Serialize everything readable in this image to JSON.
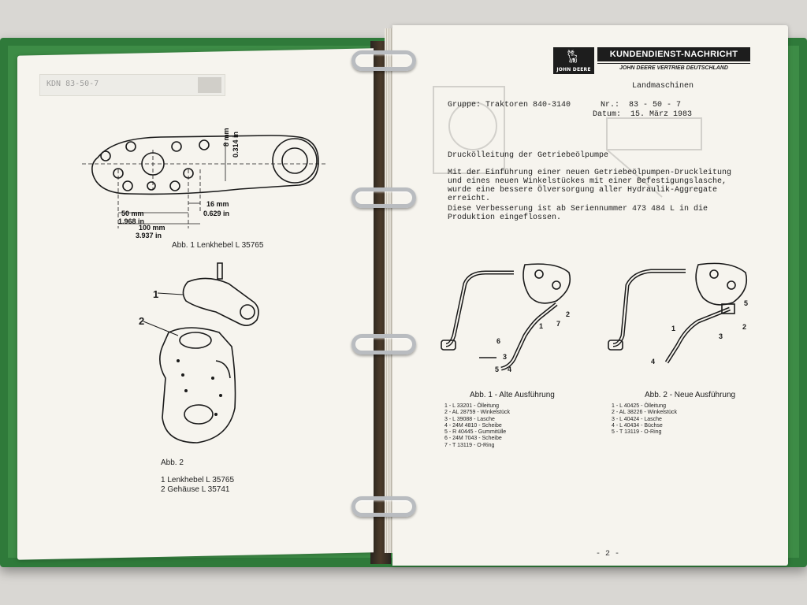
{
  "left_page": {
    "header_code": "KDN 83-50-7",
    "dimensions": {
      "d1": "8 mm",
      "d1_in": "0.314 in",
      "d2": "16 mm",
      "d2_in": "0.629 in",
      "d3": "50 mm",
      "d3_in": "1.968 in",
      "d4": "100 mm",
      "d4_in": "3.937 in"
    },
    "fig1_caption": "Abb. 1 Lenkhebel L 35765",
    "fig2_label": "Abb. 2",
    "callout_1": "1",
    "callout_2": "2",
    "legend": [
      "1 Lenkhebel L 35765",
      "2 Gehäuse   L 35741"
    ]
  },
  "right_page": {
    "banner": {
      "brand": "JOHN DEERE",
      "title": "KUNDENDIENST-NACHRICHT",
      "subtitle": "JOHN DEERE VERTRIEB DEUTSCHLAND"
    },
    "category": "Landmaschinen",
    "group": "Gruppe: Traktoren 840-3140",
    "number": "Nr.:  83 - 50 - 7",
    "date": "Datum:  15. März 1983",
    "heading": "Druckölleitung der Getriebeölpumpe",
    "paragraph1": "Mit der Einführung einer neuen Getriebeölpumpen-Druckleitung\nund eines neuen Winkelstückes mit einer Befestigungslasche,\nwurde eine bessere Ölversorgung aller Hydraulik-Aggregate\nerreicht.",
    "paragraph2": "Diese Verbesserung ist ab Seriennummer 473 484 L in die\nProduktion eingeflossen.",
    "fig1_caption": "Abb. 1 - Alte Ausführung",
    "fig2_caption": "Abb. 2 - Neue Ausführung",
    "fig1_parts": [
      "1 - L      33201 - Ölleitung",
      "2 - AL   28759 - Winkelstück",
      "3 - L      39088 - Lasche",
      "4 - 24M 4810 - Scheibe",
      "5 - R      40445 - Gummitülle",
      "6 - 24M 7043 - Scheibe",
      "7 - T      13119 - O-Ring"
    ],
    "fig2_parts": [
      "1 - L      40425 - Ölleitung",
      "2 - AL   38226 - Winkelstück",
      "3 - L      40424 - Lasche",
      "4 - L      40434 - Büchse",
      "5 - T      13119 - O-Ring"
    ],
    "fig1_callouts": [
      "1",
      "2",
      "3",
      "4",
      "5",
      "6",
      "7"
    ],
    "fig2_callouts": [
      "1",
      "2",
      "3",
      "4",
      "5"
    ],
    "page_number": "- 2 -"
  },
  "colors": {
    "binder_green": "#2f7a3a",
    "paper": "#f6f4ee",
    "ink": "#1d1d1d",
    "ring_metal": "#b9bcc0"
  }
}
